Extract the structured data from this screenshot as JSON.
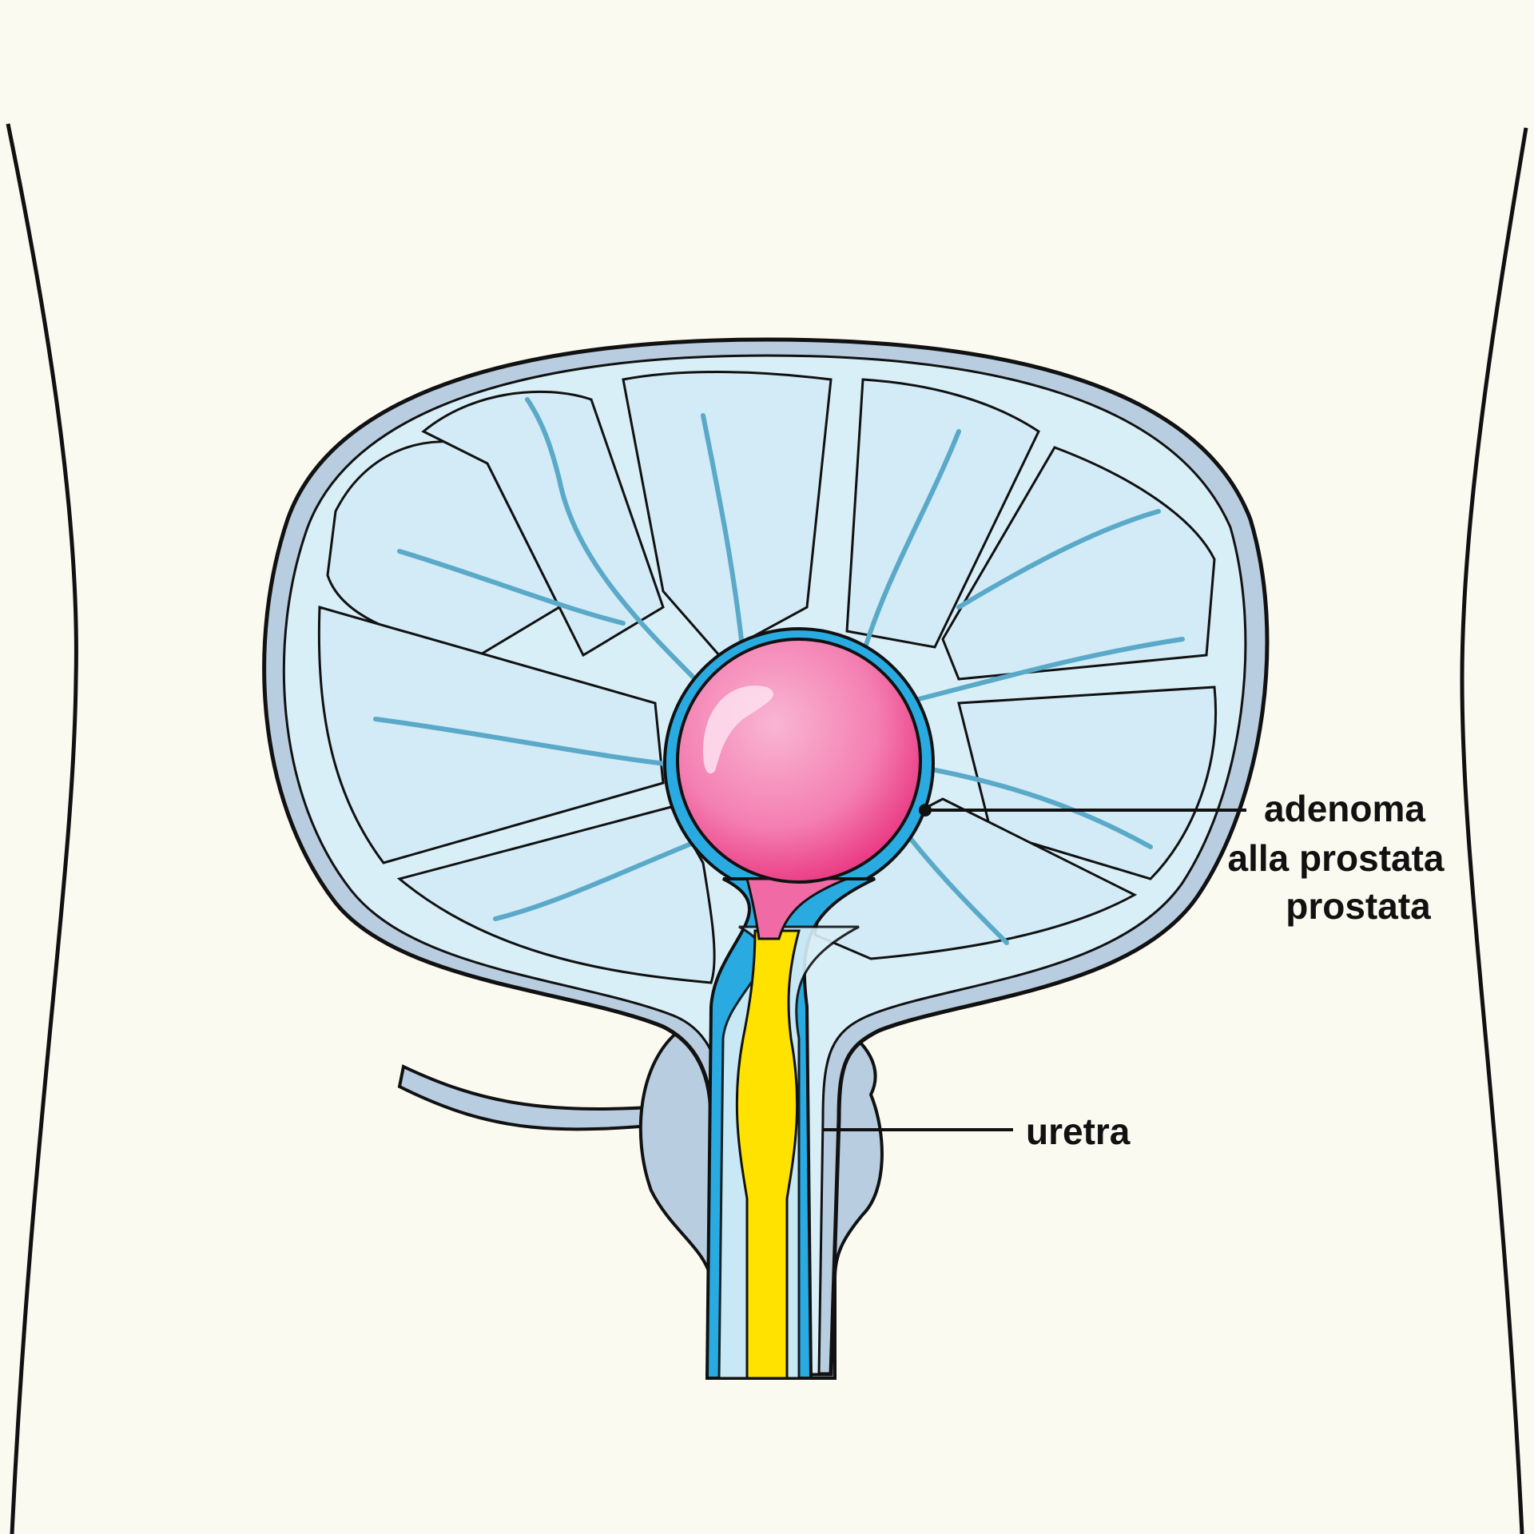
{
  "labels": {
    "adenoma_line1": "adenoma",
    "adenoma_line2": "alla prostata",
    "adenoma_line3": "prostata",
    "urethra": "uretra"
  },
  "colors": {
    "background": "#fbfaf1",
    "bladder_wall": "#b9cde0",
    "bladder_fill": "#d9eff7",
    "lobule_fill": "#d2ebf6",
    "vessel_blue": "#29abe2",
    "adenoma_pink": "#f06aa6",
    "urethra_yellow": "#ffe200",
    "outline": "#111111"
  }
}
